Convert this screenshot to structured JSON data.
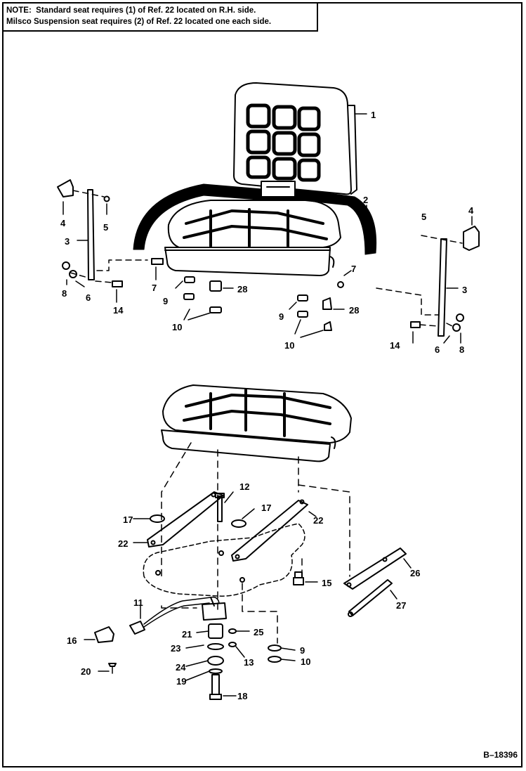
{
  "note": {
    "label": "NOTE:",
    "line1": "Standard seat requires (1) of Ref. 22 located on R.H. side.",
    "line2": "Milsco Suspension seat requires (2) of Ref. 22 located one each side."
  },
  "callouts": {
    "c1": "1",
    "c2": "2",
    "c3L": "3",
    "c3R": "3",
    "c4L": "4",
    "c4R": "4",
    "c5L": "5",
    "c5R": "5",
    "c6L": "6",
    "c6R": "6",
    "c7L": "7",
    "c7R": "7",
    "c8L": "8",
    "c8R": "8",
    "c9L": "9",
    "c9R": "9",
    "c9B": "9",
    "c10L": "10",
    "c10R": "10",
    "c10B": "10",
    "c11": "11",
    "c12": "12",
    "c13": "13",
    "c14L": "14",
    "c14R": "14",
    "c15": "15",
    "c16": "16",
    "c17L": "17",
    "c17R": "17",
    "c18": "18",
    "c19": "19",
    "c20": "20",
    "c21": "21",
    "c22L": "22",
    "c22R": "22",
    "c23": "23",
    "c24": "24",
    "c25": "25",
    "c26": "26",
    "c27": "27",
    "c28L": "28",
    "c28R": "28"
  },
  "figure_number": "B–18396"
}
